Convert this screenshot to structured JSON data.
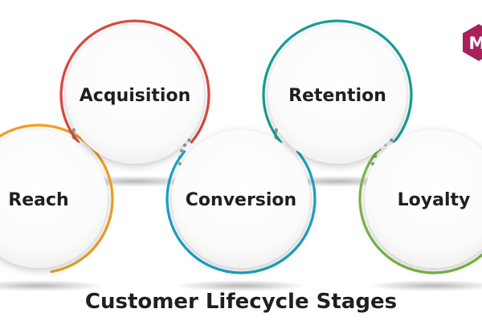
{
  "title": "Customer Lifecycle Stages",
  "colors": {
    "reach": "#f0a020",
    "acquisition": "#d94a3d",
    "conversion": "#1aa3c2",
    "retention": "#159e97",
    "loyalty": "#7ab648",
    "dots": "#9a9a9a",
    "logo": "#a8215a",
    "text": "#1f1f1f"
  },
  "stages": [
    {
      "label": "Reach"
    },
    {
      "label": "Acquisition"
    },
    {
      "label": "Conversion"
    },
    {
      "label": "Retention"
    },
    {
      "label": "Loyalty"
    }
  ],
  "logo": {
    "icon": "brand-logo-icon",
    "letter": "M"
  }
}
